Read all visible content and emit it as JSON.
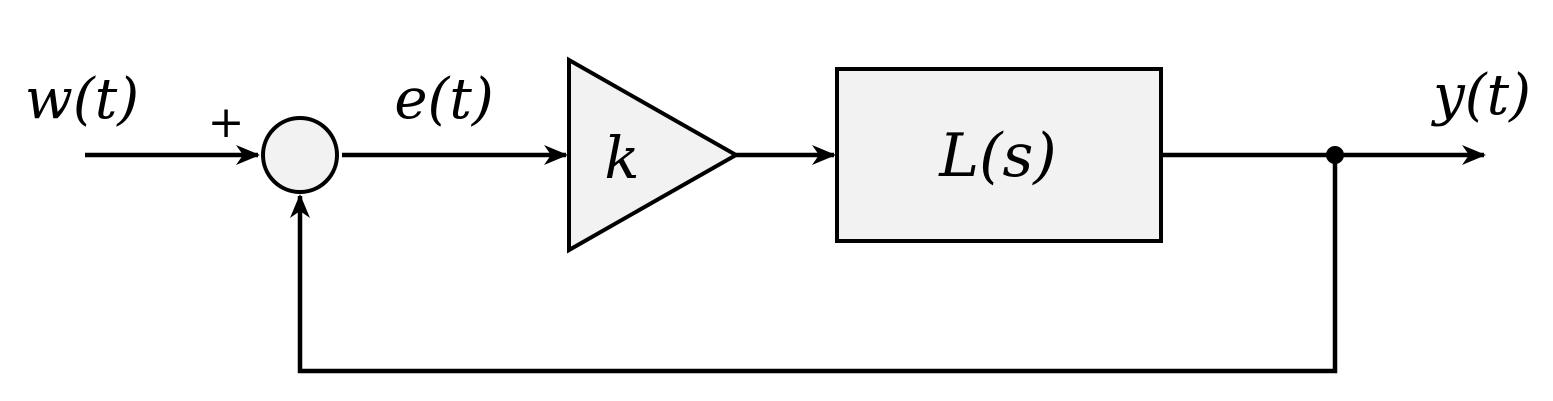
{
  "signals": {
    "input": "w(t)",
    "error": "e(t)",
    "output": "y(t)"
  },
  "summing_junction": {
    "sign": "+"
  },
  "blocks": {
    "gain": "k",
    "plant": "L(s)"
  },
  "colors": {
    "line": "#000000",
    "block_fill": "#f2f2f2",
    "background": "#ffffff"
  }
}
